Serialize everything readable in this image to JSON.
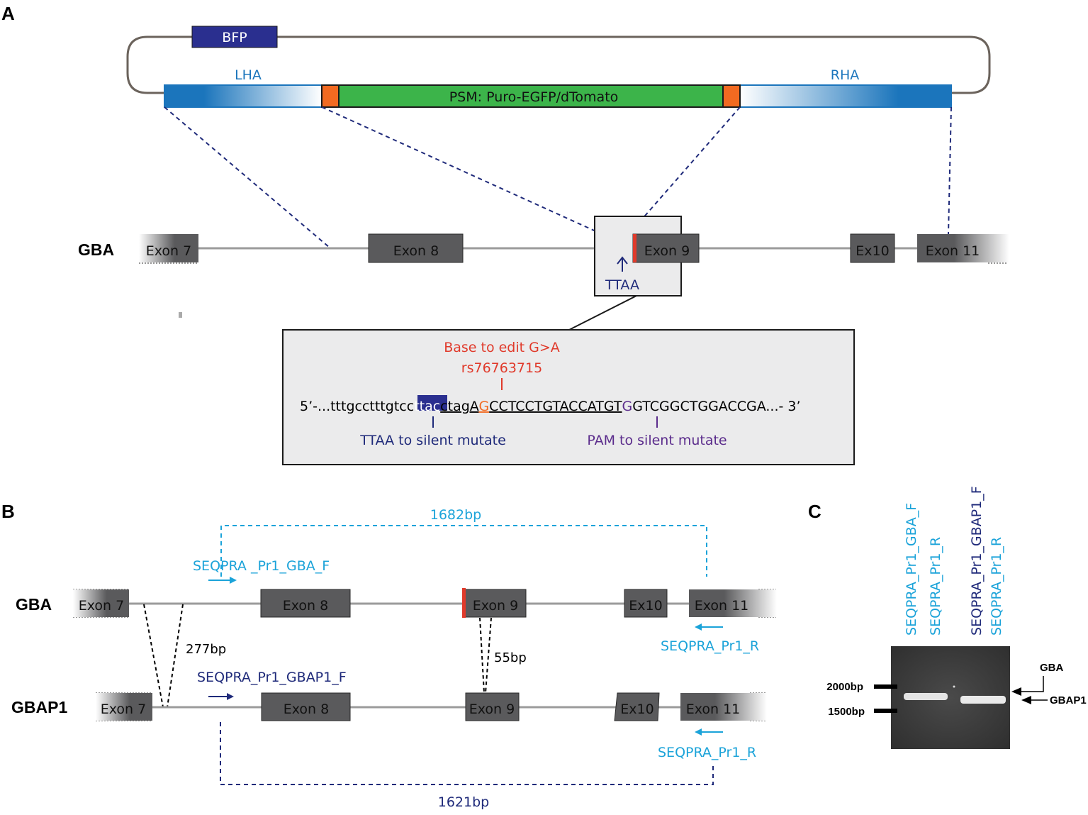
{
  "panels": {
    "a": "A",
    "b": "B",
    "c": "C"
  },
  "colors": {
    "exon_fill": "#5a5a5c",
    "intron": "#9b9b9b",
    "dark_blue": "#1f2a7a",
    "light_blue": "#1ba3d9",
    "red": "#e03a2b",
    "purple": "#5b2c8c",
    "green": "#3cb44a",
    "orange": "#f26a21",
    "bfp": "#2a2f8f",
    "arm_blue": "#1b75bc"
  },
  "panel_a": {
    "plasmid": {
      "bfp": "BFP",
      "lha": "LHA",
      "rha": "RHA",
      "psm": "PSM: Puro-EGFP/dTomato"
    },
    "gene": "GBA",
    "exons": [
      "Exon 7",
      "Exon 8",
      "Exon 9",
      "Ex10",
      "Exon 11"
    ],
    "ttaa": "TTAA",
    "inset": {
      "base_edit_line1": "Base to edit G>A",
      "base_edit_line2": "rs76763715",
      "seq_prefix": "5’-...tttgcctttgtcc",
      "seq_ttac": "ttac",
      "seq_ctag": "ctagA",
      "seq_g_edit": "G",
      "seq_mid": "CCTCCTGTACCATGT",
      "seq_g_pam": "G",
      "seq_suffix": "GTCGGCTGGACCGA...- 3’",
      "ttaa_note": "TTAA to silent mutate",
      "pam_note": "PAM to silent mutate"
    }
  },
  "panel_b": {
    "gba": {
      "name": "GBA",
      "exons": [
        "Exon 7",
        "Exon 8",
        "Exon 9",
        "Ex10",
        "Exon 11"
      ],
      "primer_f": "SEQPRA _Pr1_GBA_F",
      "primer_r": "SEQPRA_Pr1_R",
      "product": "1682bp"
    },
    "gbap1": {
      "name": "GBAP1",
      "exons": [
        "Exon 7",
        "Exon 8",
        "Exon 9",
        "Ex10",
        "Exon 11"
      ],
      "primer_f": "SEQPRA_Pr1_GBAP1_F",
      "primer_r": "SEQPRA_Pr1_R",
      "product": "1621bp"
    },
    "deletion_1": "277bp",
    "deletion_2": "55bp"
  },
  "panel_c": {
    "lanes": [
      "SEQPRA_Pr1_GBA_F",
      "SEQPRA_Pr1_R",
      "SEQPRA_Pr1_GBAP1_F",
      "SEQPRA_Pr1_R"
    ],
    "marker_2000": "2000bp",
    "marker_1500": "1500bp",
    "band_gba": "GBA",
    "band_gbap1": "GBAP1"
  }
}
